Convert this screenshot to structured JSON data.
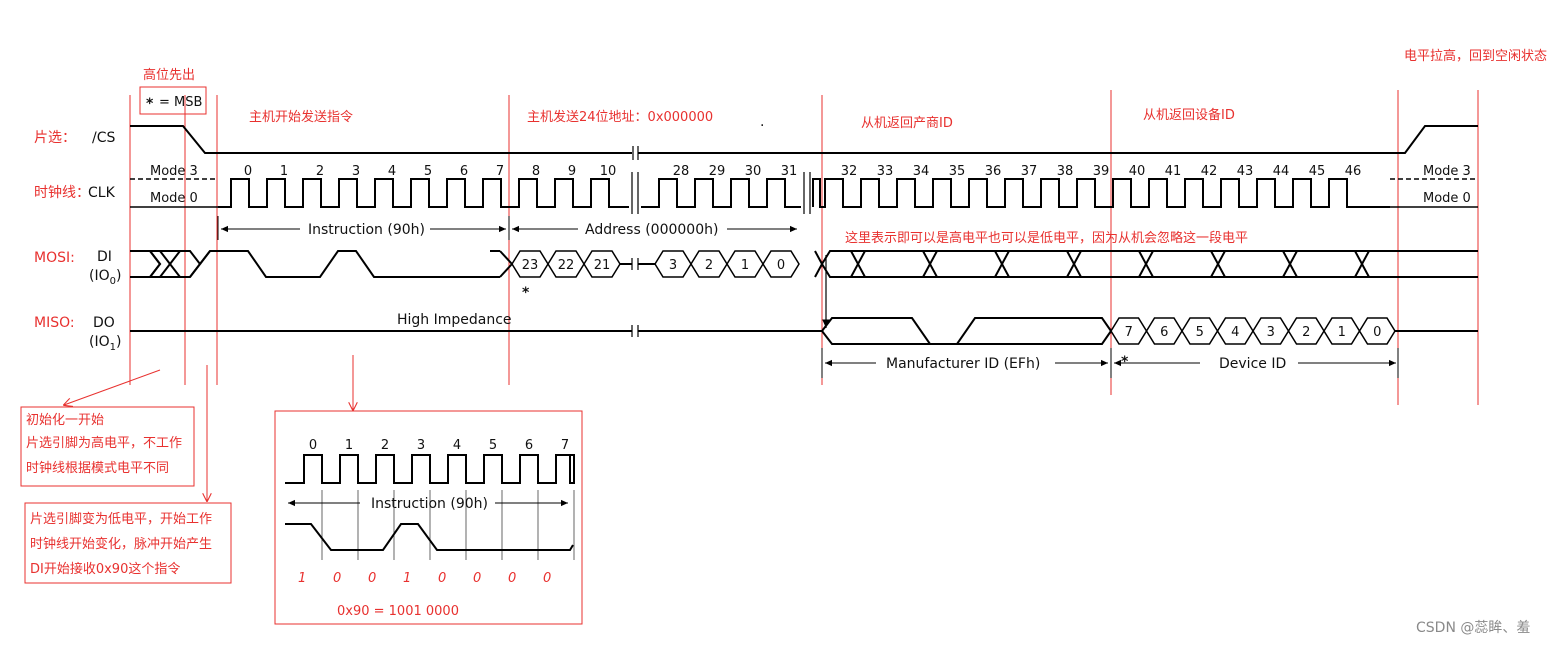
{
  "signals": {
    "cs_cn": "片选：",
    "cs_en": "/CS",
    "clk_cn": "时钟线：",
    "clk_en": "CLK",
    "mosi_cn": "MOSI:",
    "mosi_di": "DI",
    "mosi_io_main": "(IO",
    "mosi_io_sub": "0",
    "mosi_io_close": ")",
    "miso_cn": "MISO:",
    "miso_do": "DO",
    "miso_io_main": "(IO",
    "miso_io_sub": "1",
    "miso_io_close": ")"
  },
  "annotations": {
    "msb_first": "高位先出",
    "msb_star": "*",
    "msb_eq": "= MSB",
    "master_start": "主机开始发送指令",
    "master_addr": "主机发送24位地址：0x000000",
    "slave_mfr": "从机返回产商ID",
    "slave_dev": "从机返回设备ID",
    "return_idle": "电平拉高，回到空闲状态",
    "mosi_ignore": "这里表示即可以是高电平也可以是低电平，因为从机会忽略这一段电平",
    "dot": "."
  },
  "modes": {
    "mode3_left": "Mode 3",
    "mode0_left": "Mode 0",
    "mode3_right": "Mode 3",
    "mode0_right": "Mode 0"
  },
  "clock_numbers": [
    "0",
    "1",
    "2",
    "3",
    "4",
    "5",
    "6",
    "7",
    "8",
    "9",
    "10",
    "28",
    "29",
    "30",
    "31",
    "32",
    "33",
    "34",
    "35",
    "36",
    "37",
    "38",
    "39",
    "40",
    "41",
    "42",
    "43",
    "44",
    "45",
    "46"
  ],
  "spans": {
    "instruction": "Instruction (90h)",
    "address": "Address (000000h)",
    "high_impedance": "High Impedance",
    "manufacturer": "Manufacturer ID (EFh)",
    "device": "Device ID"
  },
  "mosi_bits": [
    "23",
    "22",
    "21",
    "3",
    "2",
    "1",
    "0"
  ],
  "mosi_star": "*",
  "miso_bits": [
    "7",
    "6",
    "5",
    "4",
    "3",
    "2",
    "1",
    "0"
  ],
  "miso_star": "*",
  "notes": {
    "init_lines": [
      "初始化一开始",
      "片选引脚为高电平，不工作",
      "时钟线根据模式电平不同"
    ],
    "start_lines": [
      "片选引脚变为低电平，开始工作",
      "时钟线开始变化，脉冲开始产生",
      "DI开始接收0x90这个指令"
    ]
  },
  "inset": {
    "numbers": [
      "0",
      "1",
      "2",
      "3",
      "4",
      "5",
      "6",
      "7"
    ],
    "label": "Instruction (90h)",
    "handwritten_bits": [
      "1",
      "0",
      "0",
      "1",
      "0",
      "0",
      "0",
      "0"
    ],
    "caption": "0x90 = 1001 0000"
  },
  "watermark": "CSDN @蕊眸、羞"
}
